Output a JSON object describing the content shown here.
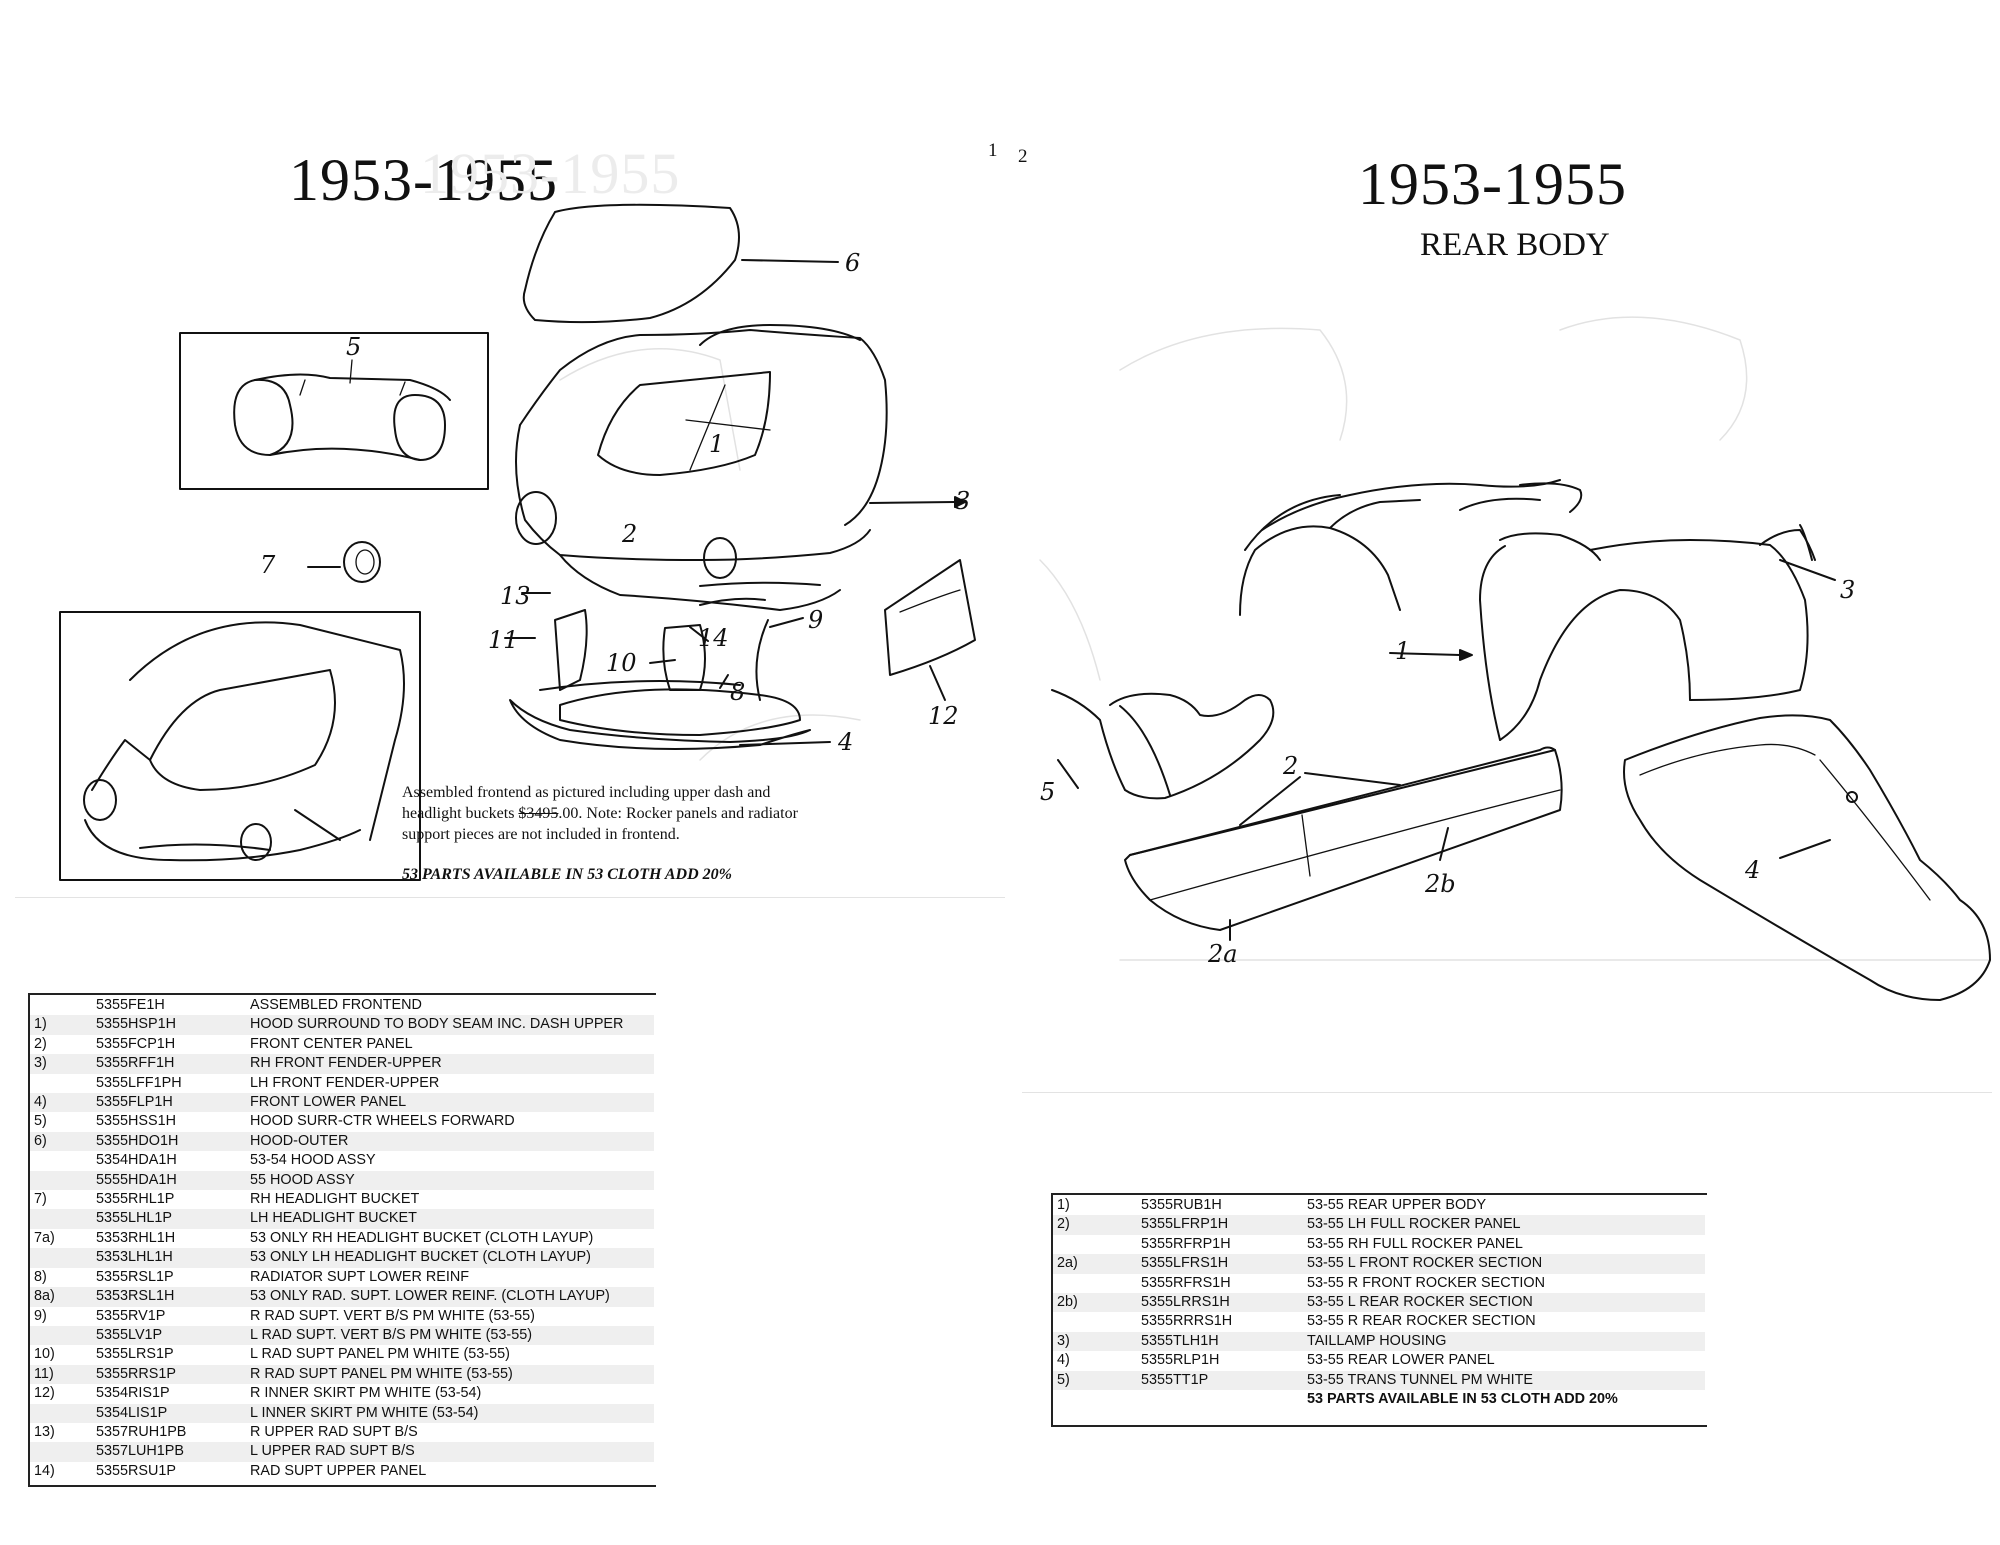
{
  "left_page": {
    "title": "1953-1955",
    "page_number": "1",
    "callouts": [
      "1",
      "2",
      "3",
      "4",
      "5",
      "6",
      "7",
      "8",
      "9",
      "10",
      "11",
      "12",
      "13",
      "14"
    ],
    "note": {
      "line1": "Assembled frontend as pictured including upper dash and",
      "line2_before": "headlight buckets ",
      "line2_struck": "$3495",
      "line2_after": ".00. Note: Rocker panels and radiator",
      "line3": "support pieces are not included in frontend.",
      "emphasis": "53 PARTS AVAILABLE IN 53 CLOTH ADD 20%"
    },
    "parts_table": [
      {
        "item": "",
        "part_no": "5355FE1H",
        "description": "ASSEMBLED FRONTEND"
      },
      {
        "item": "1)",
        "part_no": "5355HSP1H",
        "description": "HOOD SURROUND TO BODY SEAM INC. DASH UPPER"
      },
      {
        "item": "2)",
        "part_no": "5355FCP1H",
        "description": "FRONT CENTER PANEL"
      },
      {
        "item": "3)",
        "part_no": "5355RFF1H",
        "description": "RH FRONT FENDER-UPPER"
      },
      {
        "item": "",
        "part_no": "5355LFF1PH",
        "description": "LH FRONT FENDER-UPPER"
      },
      {
        "item": "4)",
        "part_no": "5355FLP1H",
        "description": "FRONT LOWER PANEL"
      },
      {
        "item": "5)",
        "part_no": "5355HSS1H",
        "description": "HOOD SURR-CTR WHEELS FORWARD"
      },
      {
        "item": "6)",
        "part_no": "5355HDO1H",
        "description": "HOOD-OUTER"
      },
      {
        "item": "",
        "part_no": "5354HDA1H",
        "description": "53-54 HOOD ASSY"
      },
      {
        "item": "",
        "part_no": "5555HDA1H",
        "description": "55 HOOD ASSY"
      },
      {
        "item": "7)",
        "part_no": "5355RHL1P",
        "description": "RH HEADLIGHT BUCKET"
      },
      {
        "item": "",
        "part_no": "5355LHL1P",
        "description": "LH HEADLIGHT BUCKET"
      },
      {
        "item": "7a)",
        "part_no": "5353RHL1H",
        "description": "53 ONLY RH HEADLIGHT BUCKET (CLOTH LAYUP)"
      },
      {
        "item": "",
        "part_no": "5353LHL1H",
        "description": "53 ONLY LH HEADLIGHT BUCKET (CLOTH LAYUP)"
      },
      {
        "item": "8)",
        "part_no": "5355RSL1P",
        "description": "RADIATOR SUPT LOWER REINF"
      },
      {
        "item": "8a)",
        "part_no": "5353RSL1H",
        "description": "53 ONLY RAD. SUPT. LOWER REINF. (CLOTH LAYUP)"
      },
      {
        "item": "9)",
        "part_no": "5355RV1P",
        "description": "R RAD SUPT. VERT B/S PM WHITE (53-55)"
      },
      {
        "item": "",
        "part_no": "5355LV1P",
        "description": "L RAD SUPT. VERT B/S PM WHITE (53-55)"
      },
      {
        "item": "10)",
        "part_no": "5355LRS1P",
        "description": "L RAD SUPT PANEL PM WHITE (53-55)"
      },
      {
        "item": "11)",
        "part_no": "5355RRS1P",
        "description": "R RAD SUPT PANEL PM WHITE (53-55)"
      },
      {
        "item": "12)",
        "part_no": "5354RIS1P",
        "description": "R INNER SKIRT PM WHITE (53-54)"
      },
      {
        "item": "",
        "part_no": "5354LIS1P",
        "description": "L INNER SKIRT PM WHITE (53-54)"
      },
      {
        "item": "13)",
        "part_no": "5357RUH1PB",
        "description": "R UPPER RAD SUPT B/S"
      },
      {
        "item": "",
        "part_no": "5357LUH1PB",
        "description": "L UPPER RAD SUPT B/S"
      },
      {
        "item": "14)",
        "part_no": "5355RSU1P",
        "description": "RAD SUPT UPPER PANEL"
      }
    ]
  },
  "right_page": {
    "title": "1953-1955",
    "subtitle": "REAR BODY",
    "page_number": "2",
    "callouts": [
      "1",
      "2",
      "2a",
      "2b",
      "3",
      "4",
      "5"
    ],
    "parts_table": [
      {
        "item": "1)",
        "part_no": "5355RUB1H",
        "description": "53-55 REAR UPPER BODY"
      },
      {
        "item": "2)",
        "part_no": "5355LFRP1H",
        "description": "53-55 LH FULL ROCKER PANEL"
      },
      {
        "item": "",
        "part_no": "5355RFRP1H",
        "description": "53-55 RH FULL ROCKER PANEL"
      },
      {
        "item": "2a)",
        "part_no": "5355LFRS1H",
        "description": "53-55 L FRONT ROCKER SECTION"
      },
      {
        "item": "",
        "part_no": "5355RFRS1H",
        "description": "53-55 R FRONT ROCKER SECTION"
      },
      {
        "item": "2b)",
        "part_no": "5355LRRS1H",
        "description": "53-55 L REAR ROCKER SECTION"
      },
      {
        "item": "",
        "part_no": "5355RRRS1H",
        "description": "53-55 R REAR ROCKER SECTION"
      },
      {
        "item": "3)",
        "part_no": "5355TLH1H",
        "description": "TAILLAMP HOUSING"
      },
      {
        "item": "4)",
        "part_no": "5355RLP1H",
        "description": "53-55 REAR LOWER PANEL"
      },
      {
        "item": "5)",
        "part_no": "5355TT1P",
        "description": "53-55 TRANS TUNNEL PM WHITE"
      }
    ],
    "footer_note": "53 PARTS AVAILABLE IN 53 CLOTH ADD 20%"
  }
}
